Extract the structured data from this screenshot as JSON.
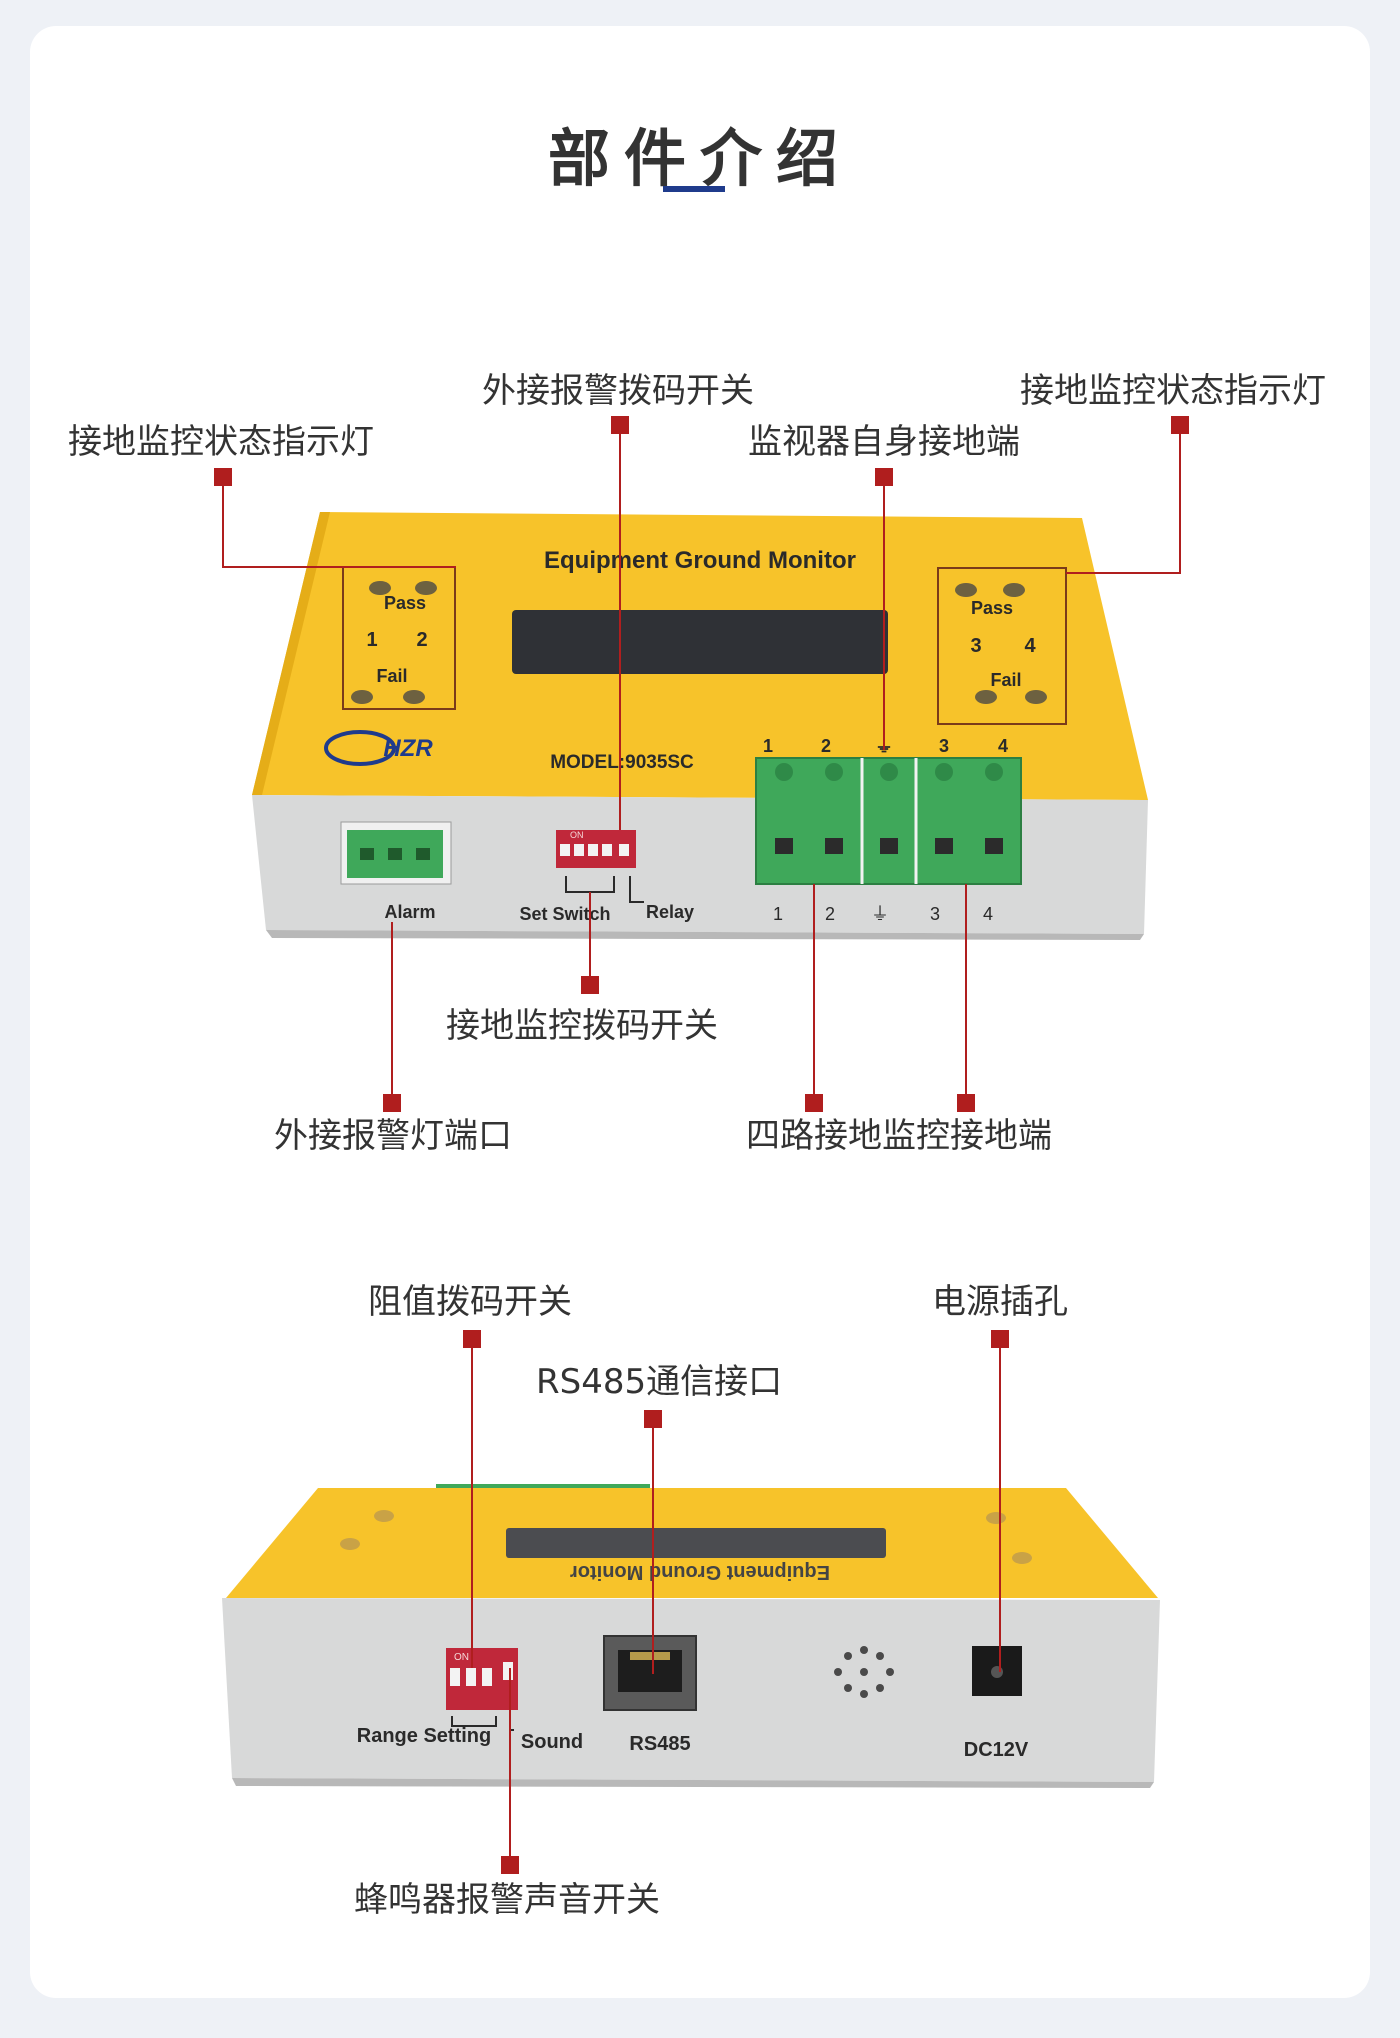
{
  "page": {
    "title": "部件介绍"
  },
  "device_front": {
    "panel_title": "Equipment Ground Monitor",
    "model": "MODEL:9035SC",
    "brand": "HZR",
    "left_indicator": {
      "pass": "Pass",
      "fail": "Fail",
      "ch_a": "1",
      "ch_b": "2"
    },
    "right_indicator": {
      "pass": "Pass",
      "fail": "Fail",
      "ch_a": "3",
      "ch_b": "4"
    },
    "terminal_top_labels": [
      "1",
      "2",
      "⏚",
      "3",
      "4"
    ],
    "terminal_bottom_labels": [
      "1",
      "2",
      "⏚",
      "3",
      "4"
    ],
    "port_alarm": "Alarm",
    "port_set_switch": "Set Switch",
    "port_relay": "Relay",
    "dip_on": "ON"
  },
  "device_back": {
    "port_range_setting": "Range Setting",
    "port_sound": "Sound",
    "port_rs485": "RS485",
    "port_power": "DC12V",
    "mirrored_title": "Equipment Ground Monitor",
    "dip_on": "ON"
  },
  "callouts": {
    "ground_indicator_left": "接地监控状态指示灯",
    "alarm_dip_switch": "外接报警拨码开关",
    "self_ground_terminal": "监视器自身接地端",
    "ground_indicator_right": "接地监控状态指示灯",
    "ground_dip_switch": "接地监控拨码开关",
    "alarm_light_port": "外接报警灯端口",
    "four_ground_terminals": "四路接地监控接地端",
    "resistance_dip_switch": "阻值拨码开关",
    "rs485_port": "RS485通信接口",
    "power_jack": "电源插孔",
    "buzzer_switch": "蜂鸣器报警声音开关"
  },
  "colors": {
    "accent_line": "#b01e1e",
    "title_bar": "#1f3b8c",
    "panel_yellow": "#f7c32a",
    "terminal_green": "#3fa85a"
  }
}
